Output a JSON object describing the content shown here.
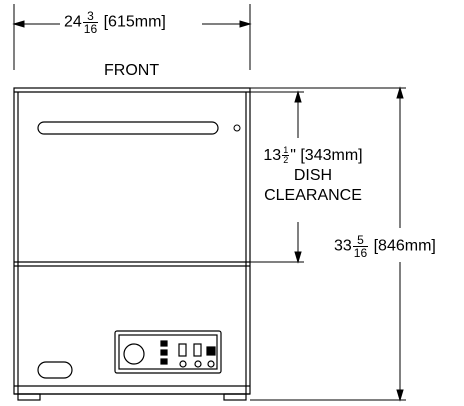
{
  "width_dim": {
    "whole": "24",
    "num": "3",
    "den": "16",
    "metric": "[615mm]"
  },
  "front_label": "FRONT",
  "clearance_dim": {
    "whole": "13",
    "num": "1",
    "den": "2",
    "rest": "\" [343mm]",
    "line2": "DISH",
    "line3": "CLEARANCE"
  },
  "height_dim": {
    "whole": "33",
    "num": "5",
    "den": "16",
    "metric": "[846mm]"
  }
}
